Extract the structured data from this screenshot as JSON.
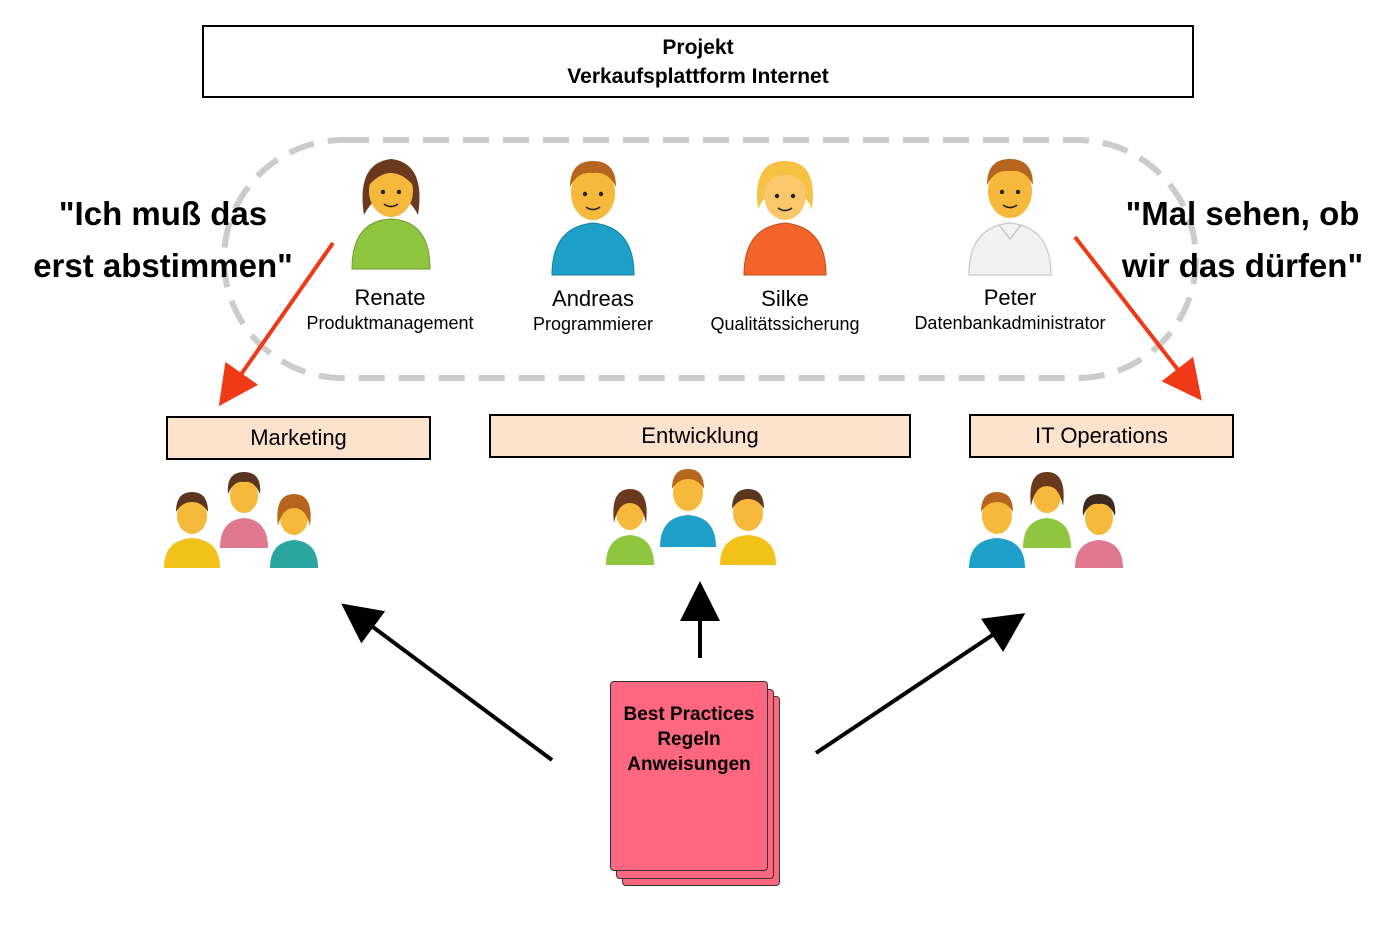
{
  "project": {
    "line1": "Projekt",
    "line2": "Verkaufsplattform Internet"
  },
  "quotes": {
    "left": {
      "line1": "\"Ich muß das",
      "line2": "erst abstimmen\""
    },
    "right": {
      "line1": "\"Mal sehen, ob",
      "line2": "wir das dürfen\""
    }
  },
  "team": [
    {
      "name": "Renate",
      "role": "Produktmanagement",
      "shirt": "#8fc63f",
      "hair": "#6b3a1e",
      "skin": "#f6b93b"
    },
    {
      "name": "Andreas",
      "role": "Programmierer",
      "shirt": "#1fa0c8",
      "hair": "#b5651d",
      "skin": "#f6b93b"
    },
    {
      "name": "Silke",
      "role": "Qualitätssicherung",
      "shirt": "#f2642a",
      "hair": "#f7c244",
      "skin": "#f9c86a"
    },
    {
      "name": "Peter",
      "role": "Datenbankadministrator",
      "shirt": "#f2f2f2",
      "hair": "#b5651d",
      "skin": "#f6b93b"
    }
  ],
  "departments": [
    {
      "label": "Marketing"
    },
    {
      "label": "Entwicklung"
    },
    {
      "label": "IT Operations"
    }
  ],
  "document": {
    "line1": "Best Practices",
    "line2": "Regeln",
    "line3": "Anweisungen"
  },
  "colors": {
    "dept_fill": "#fde3cc",
    "doc_fill": "#ff6680",
    "red_arrow": "#f03a17",
    "dashed": "#cccccc"
  }
}
